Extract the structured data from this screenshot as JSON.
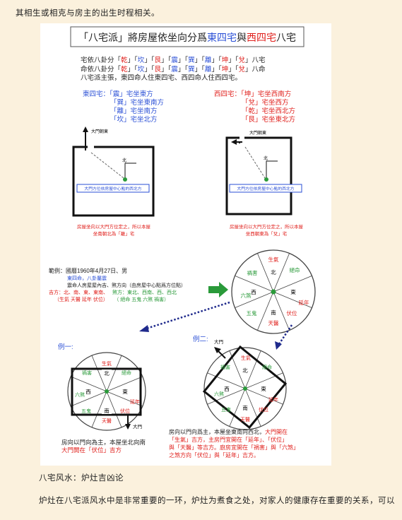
{
  "top_text": "其相生或相克与房主的出生时程相关。",
  "figure": {
    "title": {
      "prefix": "「八宅派」將房屋依坐向分爲",
      "east": "東四宅",
      "mid": "與",
      "west": "西四宅",
      "suffix": "八宅"
    },
    "intro": {
      "line1_start": "宅依八卦分「",
      "line2_start": "命依八卦分「",
      "trigrams": [
        "乾",
        "坎",
        "艮",
        "震",
        "巽",
        "離",
        "坤",
        "兌"
      ],
      "line1_end": "」八宅",
      "line2_end": "」八命",
      "line3": "八宅派主張，東四命人住東四宅、西四命人住西四宅。"
    },
    "east_houses": [
      "東四宅：「震」宅坐東方",
      "「巽」宅坐東南方",
      "「離」宅坐南方",
      "「坎」宅坐北方"
    ],
    "west_houses": [
      "西四宅：「坤」宅坐西南方",
      "「兌」宅坐西方",
      "「乾」宅坐西北方",
      "「艮」宅坐東北方"
    ],
    "plan_left": {
      "door": "大門朝東",
      "north": "北",
      "box_text": "大門方位依房屋中心點的西北方",
      "caption1": "房屋坐向以大門方位定之，所以本屋",
      "caption2": "坐南朝北為「離」宅"
    },
    "plan_right": {
      "door": "大門朝東",
      "north": "北",
      "box_text": "大門方位依房屋中心點的西北方",
      "caption1": "房屋坐向以大門方位定之，所以本屋",
      "caption2": "坐西朝東為「兌」宅"
    },
    "example": {
      "line1": "範例：國曆1960年4月27日、男",
      "line2": "東四命，八卦屬震",
      "line3": "震命人房屋屋內吉、煞方向（由房屋中心點爲方位點）",
      "line4_good": "吉方：北、南、東、東南、",
      "line4_bad": "煞方：東北、西南、西、西北",
      "line5_good": "（生氣 天醫 延年 伏位）",
      "line5_bad": "（ 絕命   五鬼   六煞   禍害）"
    },
    "wheel": {
      "sectors": [
        "生氣",
        "絕命",
        "延年",
        "伏位",
        "天醫",
        "五鬼",
        "六煞",
        "禍害"
      ],
      "north": "北",
      "east": "東",
      "south": "南",
      "west": "西"
    },
    "ex1": {
      "label": "例一:",
      "door": "大門",
      "caption1": "房向以門向為主，本屋坐北向南",
      "caption2": "大門開在「伏位」吉方"
    },
    "ex2": {
      "label": "例二:",
      "door": "大門",
      "caption1a": "房向以門向爲主，本屋坐東南向西北，",
      "caption1b": "大門開在",
      "caption2": "「生氣」吉方，主房門宜開在「延年」、「伏位」",
      "caption3": "與「天醫」等吉方。廚房宜開在「禍害」與「六煞」",
      "caption4": "之煞方向「伏位」與「延年」吉方。"
    }
  },
  "section_heading": "八宅风水：炉灶吉凶论",
  "body_text": "炉灶在八宅派风水中是非常重要的一环，炉灶为煮食之处，对家人的健康存在重要的关系，可以",
  "colors": {
    "red": "#e0201c",
    "blue": "#2a4fd6",
    "green": "#2a9a3a",
    "text": "#222222",
    "paper": "#fbf1dd"
  }
}
